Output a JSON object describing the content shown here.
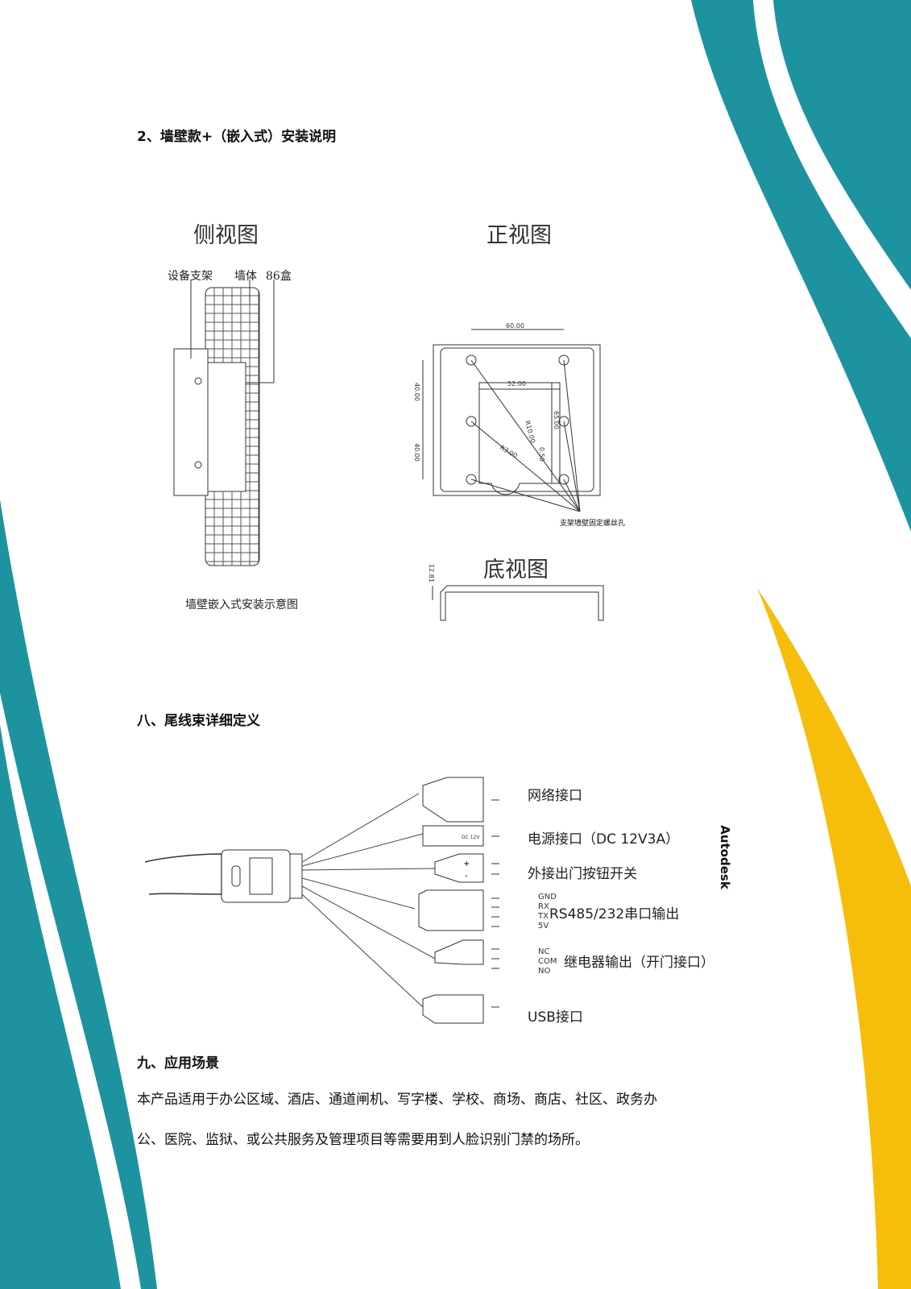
{
  "colors": {
    "teal": "#1e93a0",
    "yellow": "#f6bd0b"
  },
  "section_install": {
    "heading": "2、墙壁款+（嵌入式）安装说明",
    "side_view": {
      "title": "侧视图",
      "labels": [
        "设备支架",
        "墙体",
        "86盒"
      ],
      "caption": "墙壁嵌入式安装示意图"
    },
    "front_view": {
      "title": "正视图",
      "dims": [
        "60.00",
        "52.00",
        "40.00",
        "40.00",
        "65.00",
        "R10.00",
        "R3.00",
        "0.50"
      ],
      "note": "支架墙壁固定螺丝孔"
    },
    "bottom_view": {
      "title": "底视图",
      "dim": "12.81"
    }
  },
  "section_cable": {
    "heading": "八、尾线束详细定义",
    "watermark": "Autodesk",
    "connectors": [
      {
        "label": "网络接口"
      },
      {
        "label": "电源接口（DC 12V3A）",
        "tag": "DC 12V"
      },
      {
        "label": "外接出门按钮开关",
        "pins": [
          "+",
          "-"
        ]
      },
      {
        "label": "RS485/232串口输出",
        "pins": [
          "GND",
          "RX",
          "TX",
          "5V"
        ]
      },
      {
        "label": "继电器输出（开门接口）",
        "pins": [
          "NC",
          "COM",
          "NO"
        ]
      },
      {
        "label": "USB接口"
      }
    ]
  },
  "section_app": {
    "heading": "九、应用场景",
    "lines": [
      "本产品适用于办公区域、酒店、通道闸机、写字楼、学校、商场、商店、社区、政务办",
      "公、医院、监狱、或公共服务及管理项目等需要用到人脸识别门禁的场所。"
    ]
  }
}
